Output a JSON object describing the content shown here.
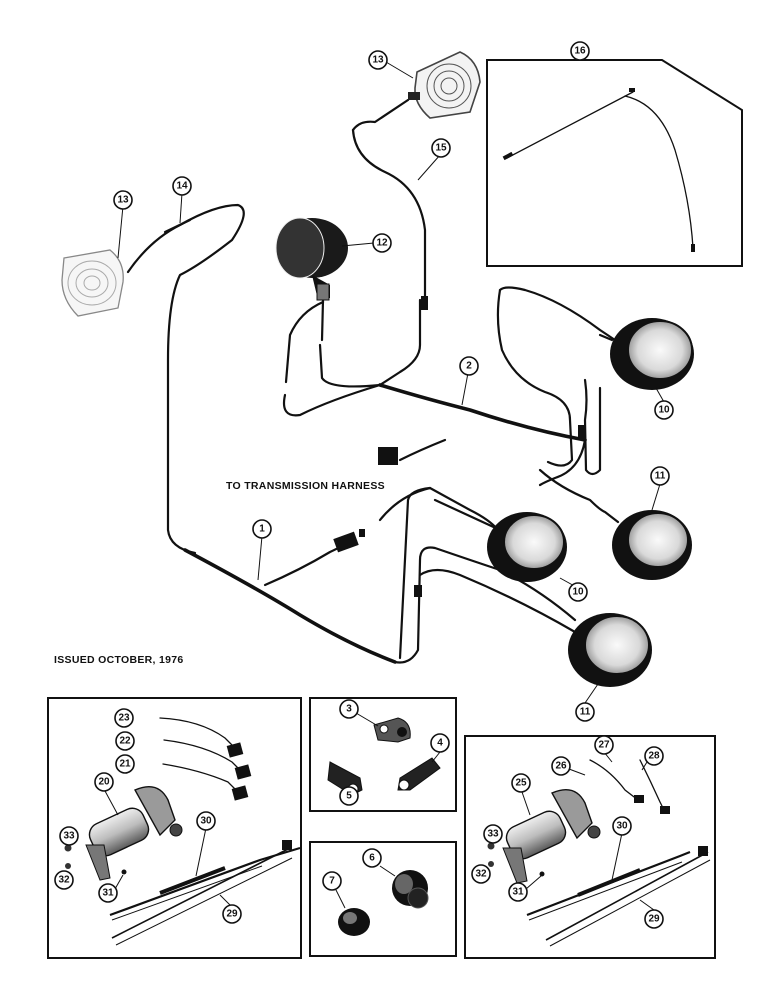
{
  "captions": {
    "harness_note": "TO TRANSMISSION HARNESS",
    "issued": "ISSUED OCTOBER, 1976"
  },
  "callouts": {
    "c1": "1",
    "c2": "2",
    "c3": "3",
    "c4": "4",
    "c5": "5",
    "c6": "6",
    "c7": "7",
    "c10a": "10",
    "c10b": "10",
    "c11a": "11",
    "c11b": "11",
    "c12": "12",
    "c13a": "13",
    "c13b": "13",
    "c14": "14",
    "c15": "15",
    "c16": "16",
    "c20": "20",
    "c21": "21",
    "c22": "22",
    "c23": "23",
    "c29a": "29",
    "c30a": "30",
    "c31a": "31",
    "c32a": "32",
    "c33a": "33",
    "c25": "25",
    "c26": "26",
    "c27": "27",
    "c28": "28",
    "c29b": "29",
    "c30b": "30",
    "c31b": "31",
    "c32b": "32",
    "c33b": "33"
  }
}
